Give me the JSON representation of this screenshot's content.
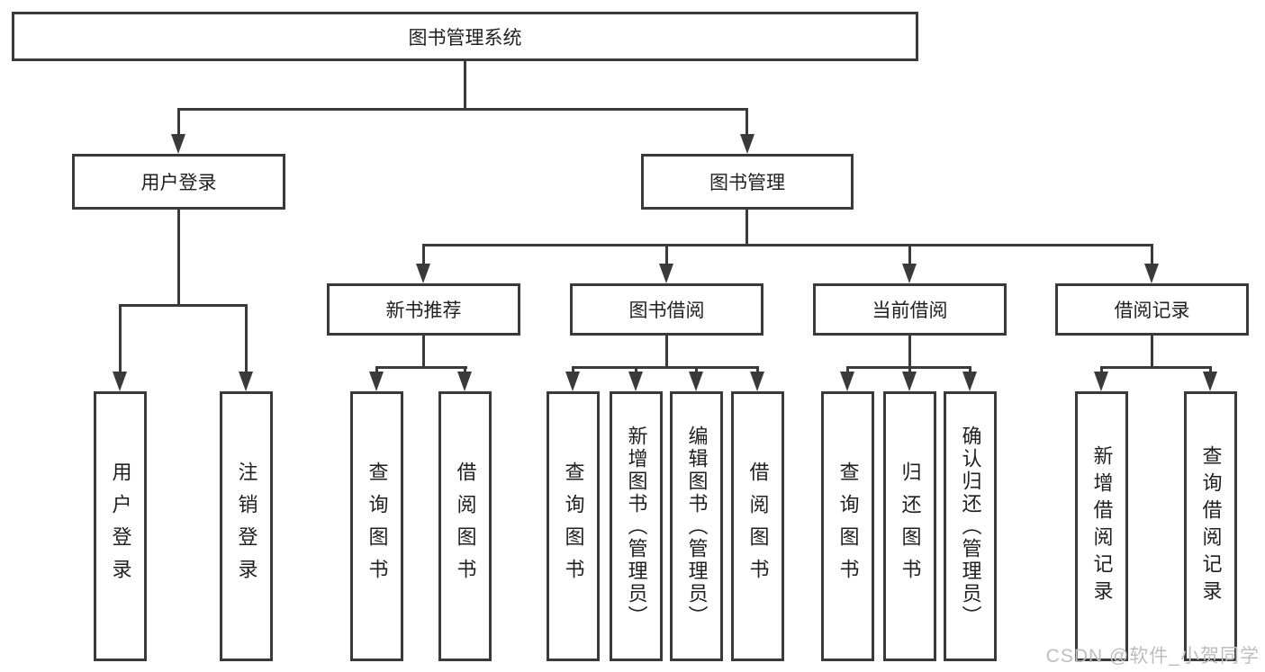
{
  "diagram": {
    "root": {
      "label": "图书管理系统",
      "children": [
        {
          "label": "用户登录",
          "children": [
            {
              "label": "用户登录"
            },
            {
              "label": "注销登录"
            }
          ]
        },
        {
          "label": "图书管理",
          "children": [
            {
              "label": "新书推荐",
              "children": [
                {
                  "label": "查询图书"
                },
                {
                  "label": "借阅图书"
                }
              ]
            },
            {
              "label": "图书借阅",
              "children": [
                {
                  "label": "查询图书"
                },
                {
                  "label": "新增图书（管理员）"
                },
                {
                  "label": "编辑图书（管理员）"
                },
                {
                  "label": "借阅图书"
                }
              ]
            },
            {
              "label": "当前借阅",
              "children": [
                {
                  "label": "查询图书"
                },
                {
                  "label": "归还图书"
                },
                {
                  "label": "确认归还（管理员）"
                }
              ]
            },
            {
              "label": "借阅记录",
              "children": [
                {
                  "label": "新增借阅记录"
                },
                {
                  "label": "查询借阅记录"
                }
              ]
            }
          ]
        }
      ]
    }
  },
  "watermark": {
    "text": "CSDN @软件_小贺同学"
  },
  "colors": {
    "line": "#3a3a3a",
    "text": "#1f1f1f",
    "watermark": "#bdbdbd",
    "background": "#ffffff"
  }
}
